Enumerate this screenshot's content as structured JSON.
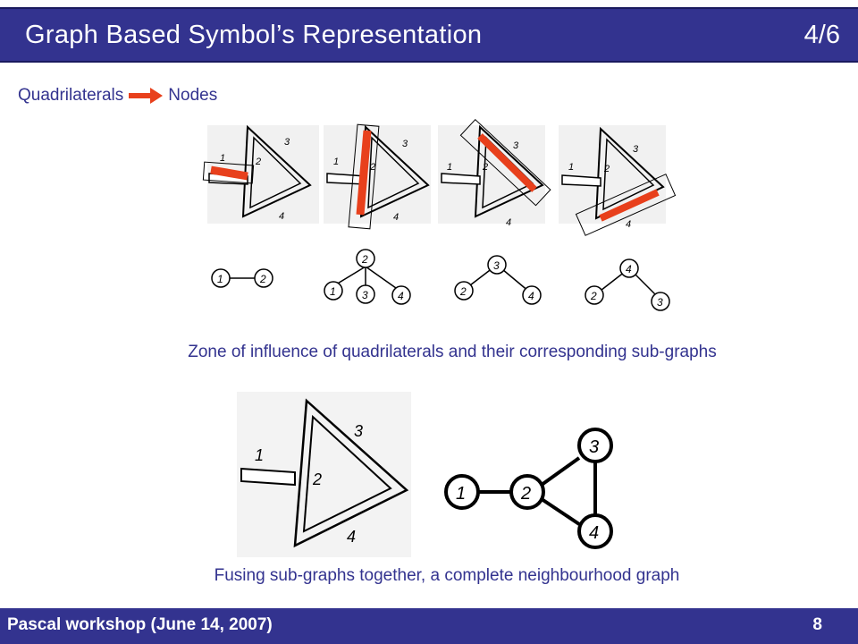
{
  "header": {
    "title": "Graph Based Symbol’s Representation",
    "slide_fraction": "4/6"
  },
  "legend": {
    "from_label": "Quadrilaterals",
    "to_label": "Nodes",
    "arrow_color": "#e8401c"
  },
  "panels": [
    {
      "quad_labels": [
        "1",
        "2",
        "3",
        "4"
      ],
      "graph_nodes": [
        "1",
        "2"
      ]
    },
    {
      "quad_labels": [
        "1",
        "2",
        "3",
        "4"
      ],
      "graph_nodes": [
        "2",
        "1",
        "3",
        "4"
      ]
    },
    {
      "quad_labels": [
        "1",
        "2",
        "3",
        "4"
      ],
      "graph_nodes": [
        "3",
        "2",
        "4"
      ]
    },
    {
      "quad_labels": [
        "1",
        "2",
        "3",
        "4"
      ],
      "graph_nodes": [
        "4",
        "2",
        "3"
      ]
    }
  ],
  "caption_top": "Zone of influence of quadrilaterals and their corresponding sub-graphs",
  "big_figure": {
    "quad_labels": [
      "1",
      "2",
      "3",
      "4"
    ],
    "graph_nodes": [
      "1",
      "2",
      "3",
      "4"
    ]
  },
  "caption_bottom": "Fusing sub-graphs together, a complete neighbourhood graph",
  "footer": {
    "text": "Pascal workshop (June 14, 2007)",
    "page_number": "8"
  },
  "colors": {
    "header_bg": "#33338f",
    "highlight": "#e8401c",
    "text_blue": "#33338f"
  }
}
